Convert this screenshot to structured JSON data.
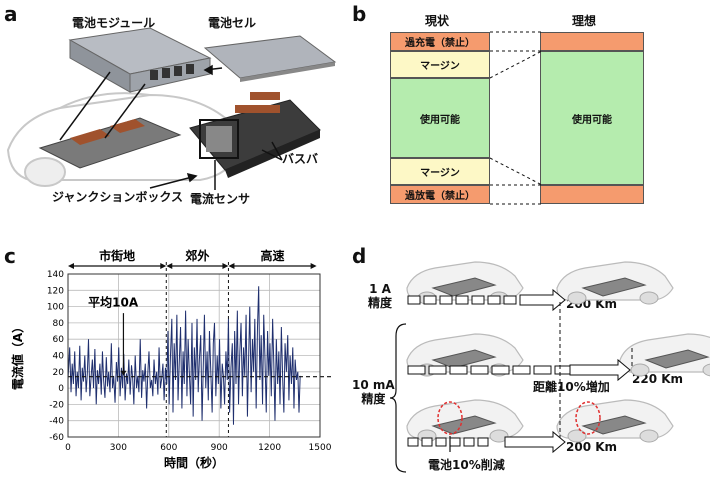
{
  "panel_a": {
    "letter": "a",
    "module_label": "電池モジュール",
    "cell_label": "電池セル",
    "busbar_label": "バスバ",
    "junction_label": "ジャンクションボックス",
    "sensor_label": "電流センサ"
  },
  "panel_b": {
    "letter": "b",
    "col_current": "現状",
    "col_ideal": "理想",
    "overcharge": "過充電（禁止）",
    "margin_top": "マージン",
    "usable": "使用可能",
    "margin_bottom": "マージン",
    "overdischarge": "過放電（禁止）",
    "usable_ideal": "使用可能",
    "colors": {
      "forbidden": "#f59b6e",
      "margin": "#fdf8c6",
      "usable": "#b5ecae"
    }
  },
  "panel_c": {
    "letter": "c",
    "segments": [
      "市街地",
      "郊外",
      "高速"
    ],
    "avg_label": "平均10A",
    "chart_data": {
      "type": "line",
      "xlabel": "時間（秒）",
      "ylabel": "電流値（A）",
      "xlim": [
        0,
        1500
      ],
      "ylim": [
        -60,
        140
      ],
      "xticks": [
        0,
        300,
        600,
        900,
        1200,
        1500
      ],
      "yticks": [
        -60,
        -40,
        -20,
        0,
        20,
        40,
        60,
        80,
        100,
        120,
        140
      ],
      "grid": true,
      "average_line": 14,
      "segment_bounds": [
        0,
        585,
        955,
        1480
      ],
      "series": [
        {
          "color": "#1f2f6e",
          "x": [
            0,
            10,
            18,
            25,
            32,
            40,
            48,
            55,
            62,
            70,
            78,
            85,
            92,
            100,
            108,
            115,
            122,
            130,
            138,
            145,
            152,
            160,
            168,
            175,
            182,
            190,
            198,
            205,
            212,
            220,
            228,
            235,
            242,
            250,
            258,
            265,
            272,
            280,
            288,
            295,
            302,
            310,
            318,
            325,
            332,
            340,
            348,
            355,
            362,
            370,
            378,
            385,
            392,
            400,
            408,
            415,
            422,
            430,
            438,
            445,
            452,
            460,
            468,
            475,
            482,
            490,
            498,
            505,
            512,
            520,
            528,
            535,
            542,
            550,
            558,
            565,
            572,
            580,
            588,
            595,
            602,
            610,
            618,
            625,
            632,
            640,
            648,
            655,
            662,
            670,
            678,
            685,
            692,
            700,
            708,
            715,
            722,
            730,
            738,
            745,
            752,
            760,
            768,
            775,
            782,
            790,
            798,
            805,
            812,
            820,
            828,
            835,
            842,
            850,
            858,
            865,
            872,
            880,
            888,
            895,
            902,
            910,
            918,
            925,
            932,
            940,
            948,
            955,
            962,
            970,
            978,
            985,
            992,
            1000,
            1008,
            1015,
            1022,
            1030,
            1038,
            1045,
            1052,
            1060,
            1068,
            1075,
            1082,
            1090,
            1098,
            1105,
            1112,
            1120,
            1128,
            1135,
            1142,
            1150,
            1158,
            1165,
            1172,
            1180,
            1188,
            1195,
            1202,
            1210,
            1218,
            1225,
            1232,
            1240,
            1248,
            1255,
            1262,
            1270,
            1278,
            1285,
            1292,
            1300,
            1308,
            1315,
            1322,
            1330,
            1338,
            1345,
            1352,
            1360,
            1368,
            1375,
            1382,
            1390,
            1398,
            1405,
            1412,
            1420,
            1428,
            1435,
            1442,
            1450
          ],
          "y": [
            10,
            50,
            -5,
            30,
            5,
            45,
            -10,
            20,
            0,
            52,
            -15,
            25,
            8,
            40,
            -5,
            18,
            60,
            -10,
            15,
            35,
            0,
            48,
            -20,
            22,
            5,
            30,
            -8,
            45,
            10,
            -12,
            38,
            2,
            20,
            -5,
            55,
            0,
            15,
            -18,
            32,
            8,
            50,
            -10,
            25,
            0,
            42,
            -15,
            18,
            5,
            35,
            -8,
            28,
            12,
            -20,
            40,
            0,
            15,
            -5,
            60,
            -12,
            22,
            8,
            30,
            -25,
            18,
            45,
            0,
            10,
            -10,
            35,
            5,
            20,
            -8,
            50,
            0,
            12,
            30,
            -15,
            25,
            5,
            70,
            -20,
            40,
            85,
            -30,
            55,
            10,
            90,
            -15,
            30,
            75,
            -25,
            45,
            5,
            95,
            -10,
            60,
            20,
            -20,
            80,
            -35,
            50,
            10,
            85,
            -5,
            35,
            65,
            -40,
            25,
            90,
            0,
            45,
            -15,
            70,
            20,
            -30,
            55,
            80,
            -10,
            40,
            5,
            60,
            -25,
            30,
            15,
            -20,
            45,
            10,
            85,
            -30,
            25,
            55,
            -45,
            70,
            5,
            95,
            -20,
            40,
            80,
            -10,
            50,
            15,
            90,
            -35,
            35,
            100,
            -5,
            60,
            20,
            85,
            -25,
            75,
            125,
            10,
            65,
            -20,
            90,
            40,
            -30,
            70,
            15,
            55,
            -10,
            85,
            30,
            -40,
            60,
            5,
            45,
            -20,
            75,
            10,
            -30,
            55,
            20,
            65,
            -15,
            40,
            5,
            50,
            -25,
            35,
            10,
            20,
            -30,
            15
          ]
        }
      ]
    }
  },
  "panel_d": {
    "letter": "d",
    "label_1a": "1 A\n精度",
    "label_10ma": "10 mA\n精度",
    "range_1": "200 Km",
    "range_2": "220 Km",
    "range_3": "200 Km",
    "distance_increase": "距離10%増加",
    "battery_reduction": "電池10%削減"
  }
}
